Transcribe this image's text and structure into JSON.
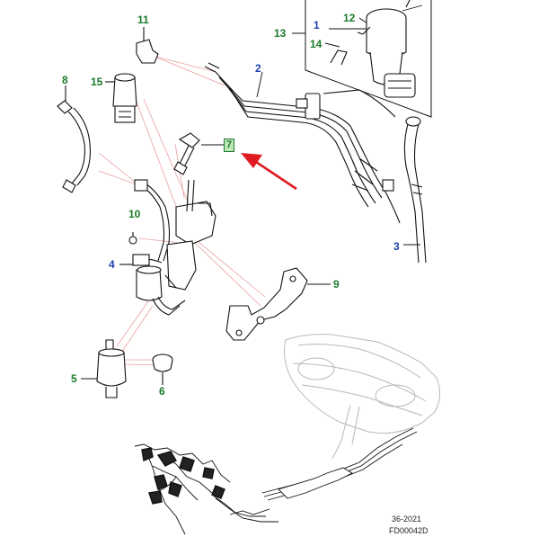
{
  "callouts": {
    "c1": "1",
    "c2": "2",
    "c3": "3",
    "c4": "4",
    "c5": "5",
    "c6": "6",
    "c7": "7",
    "c8": "8",
    "c9": "9",
    "c10": "10",
    "c11": "11",
    "c12": "12",
    "c13": "13",
    "c14": "14",
    "c15": "15"
  },
  "references": {
    "section": "36-2021",
    "figure": "FD00042D"
  },
  "colors": {
    "callout_green": "#1a7a2a",
    "callout_blue": "#1f3fae",
    "highlight_fill": "#bfe6b8",
    "arrow_red": "#e11b22",
    "leader_pink": "#e8a0a0",
    "line_art": "#111111",
    "ghost_art": "#b8b8b8"
  }
}
